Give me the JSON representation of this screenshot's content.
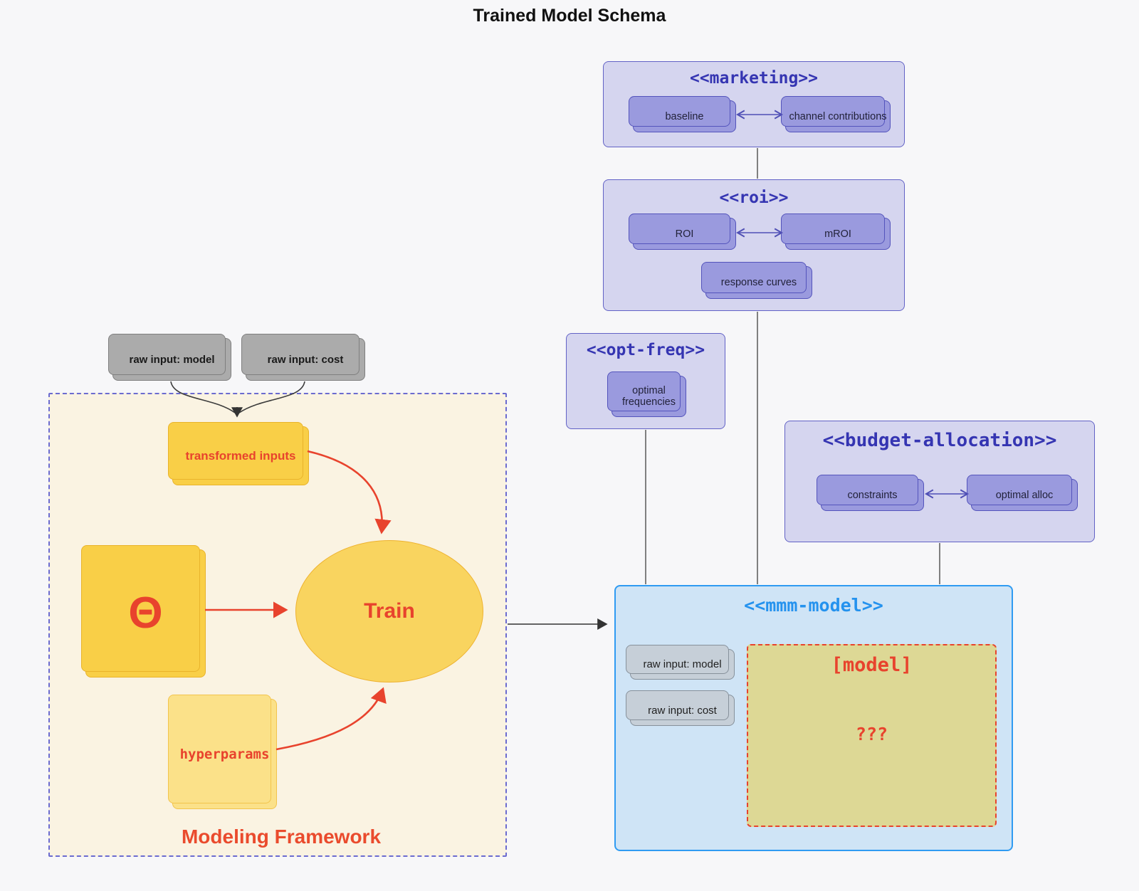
{
  "title": "Trained Model Schema",
  "colors": {
    "lavender_fill": "#d5d5ef",
    "indigo_border": "#6262c6",
    "indigo_text": "#3535b2",
    "purple_node_fill": "#9a9ade",
    "blue_fill": "#cfe4f6",
    "blue_border": "#2f9bf2",
    "blue_text": "#2492ee",
    "yellow_node": "#f9cf47",
    "yellow_light_node": "#fbe189",
    "cream_fill": "#faf3e2",
    "khaki_fill": "#ddd895",
    "red_accent": "#e8432d",
    "gray_node": "#ababab",
    "gray_node_light": "#c6cfd8"
  },
  "marketing": {
    "title": "<<marketing>>",
    "baseline": "baseline",
    "channel": "channel contributions"
  },
  "roi": {
    "title": "<<roi>>",
    "roi": "ROI",
    "mroi": "mROI",
    "response": "response curves"
  },
  "opt_freq": {
    "title": "<<opt-freq>>",
    "optimal": "optimal frequencies"
  },
  "budget": {
    "title": "<<budget-allocation>>",
    "constraints": "constraints",
    "alloc": "optimal alloc"
  },
  "mmm": {
    "title": "<<mmm-model>>",
    "raw_model": "raw input: model",
    "raw_cost": "raw input: cost",
    "model": "[model]",
    "unknown": "???"
  },
  "framework": {
    "title": "Modeling Framework",
    "raw_model": "raw input: model",
    "raw_cost": "raw input: cost",
    "transformed": "transformed inputs",
    "theta": "Θ",
    "train": "Train",
    "hyperparams": "hyperparams"
  }
}
